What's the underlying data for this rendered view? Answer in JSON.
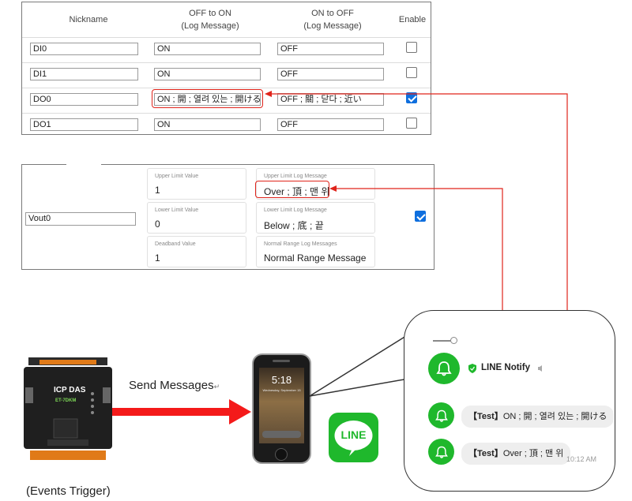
{
  "table": {
    "headers": {
      "nickname": "Nickname",
      "off_to_on": "OFF to ON",
      "off_to_on_sub": "(Log Message)",
      "on_to_off": "ON to OFF",
      "on_to_off_sub": "(Log Message)",
      "enable": "Enable"
    },
    "rows": [
      {
        "nickname": "DI0",
        "on_msg": "ON",
        "off_msg": "OFF",
        "enabled": false
      },
      {
        "nickname": "DI1",
        "on_msg": "ON",
        "off_msg": "OFF",
        "enabled": false
      },
      {
        "nickname": "DO0",
        "on_msg": "ON ; 開 ; 열려 있는 ; 開ける",
        "off_msg": "OFF ; 關 ; 닫다 ; 近い",
        "enabled": true
      },
      {
        "nickname": "DO1",
        "on_msg": "ON",
        "off_msg": "OFF",
        "enabled": false
      }
    ]
  },
  "analog": {
    "nickname": "Vout0",
    "enabled": true,
    "upper_limit_label": "Upper Limit Value",
    "upper_limit_value": "1",
    "lower_limit_label": "Lower Limit Value",
    "lower_limit_value": "0",
    "deadband_label": "Deadband Value",
    "deadband_value": "1",
    "upper_msg_label": "Upper Limit Log Message",
    "upper_msg_value": "Over ; 頂 ; 맨 위",
    "lower_msg_label": "Lower Limit Log Message",
    "lower_msg_value": "Below ; 底 ; 끝",
    "normal_msg_label": "Normal Range Log Messages",
    "normal_msg_value": "Normal Range Message"
  },
  "diagram": {
    "send_label": "Send Messages",
    "send_mark": "↵",
    "events_label": "(Events Trigger)",
    "device_brand": "ICP DAS",
    "device_model": "ET-7DKM",
    "phone_time": "5:18",
    "phone_date": "Wednesday, September 15",
    "line_logo": "LINE"
  },
  "chat": {
    "title": "LINE Notify",
    "messages": [
      {
        "tag": "【Test】",
        "text": "ON ; 開 ; 열려 있는 ; 開ける"
      },
      {
        "tag": "【Test】",
        "text": "Over ; 頂 ; 맨 위"
      }
    ],
    "time": "10:12 AM"
  },
  "colors": {
    "accent_red": "#e0241b",
    "line_green": "#1fb82c",
    "checkbox_blue": "#0f6fde"
  }
}
